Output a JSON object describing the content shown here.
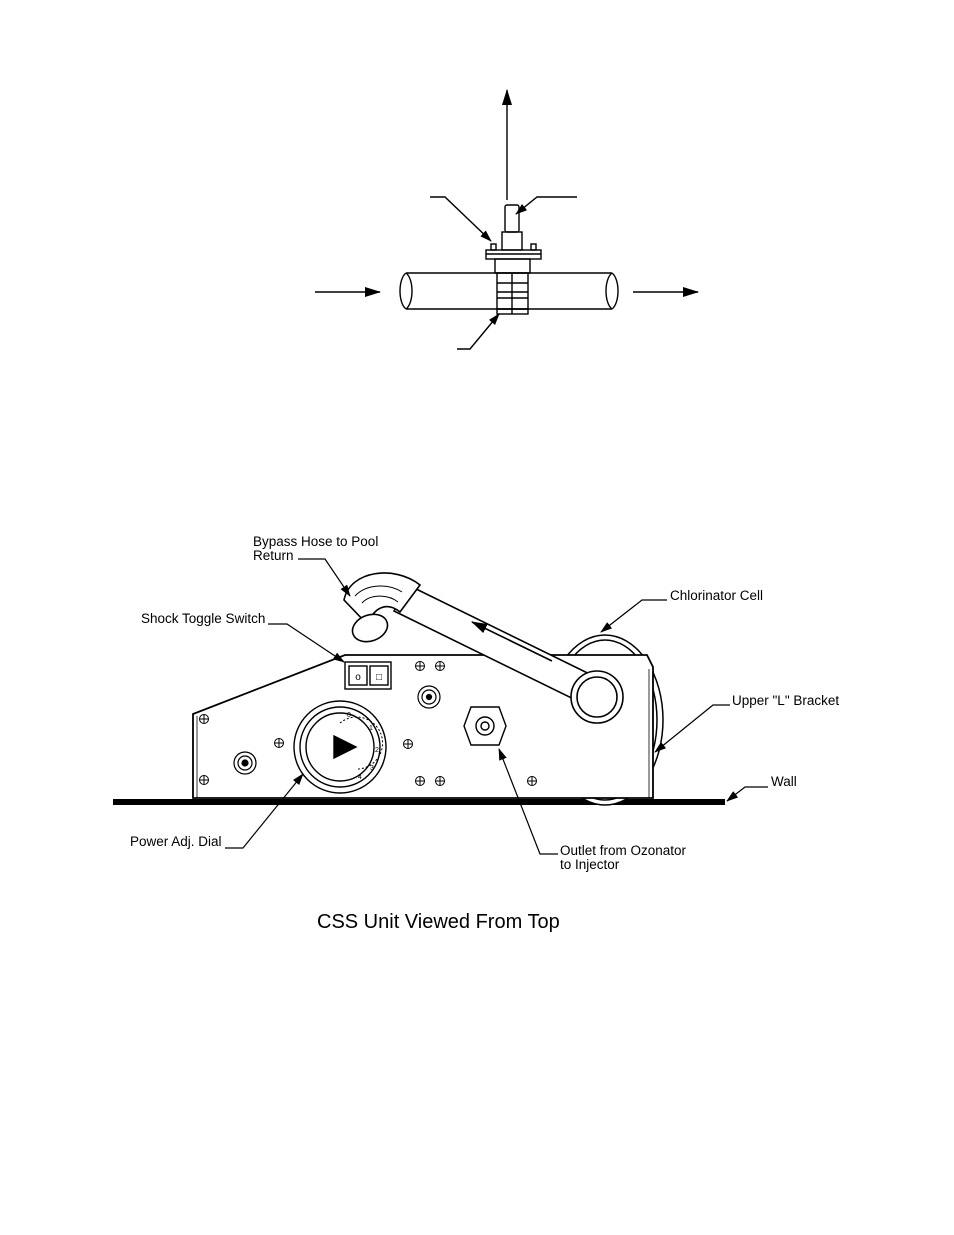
{
  "top_diagram": {},
  "bottom_diagram": {
    "labels": {
      "bypass_hose_line1": "Bypass Hose to Pool",
      "bypass_hose_line2": "Return",
      "shock_toggle_switch": "Shock Toggle Switch",
      "chlorinator_cell": "Chlorinator Cell",
      "upper_l_bracket": "Upper \"L\" Bracket",
      "wall": "Wall",
      "power_adj_dial": "Power Adj. Dial",
      "outlet_line1": "Outlet from Ozonator",
      "outlet_line2": "to Injector"
    },
    "dial_ticks": [
      "0",
      "1",
      "2",
      "3",
      "4"
    ],
    "switch_symbols": [
      "o",
      "□"
    ],
    "caption": "CSS Unit Viewed From Top"
  }
}
